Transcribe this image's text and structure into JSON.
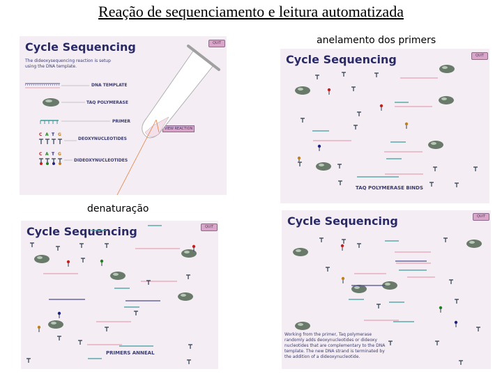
{
  "slide_title": "Reação de sequenciamento e leitura automatizada",
  "captions": {
    "annealing": "anelamento dos primers",
    "denaturation": "denaturação"
  },
  "app_title": "Cycle Sequencing",
  "quit_label": "QUIT",
  "panel1": {
    "intro": [
      "The dideoxysequencing reaction is setup",
      "using the DNA template."
    ],
    "labels": [
      "DNA TEMPLATE",
      "TAQ POLYMERASE",
      "PRIMER",
      "DEOXYNUCLEOTIDES",
      "DIDEOXYNUCLEOTIDES"
    ],
    "view_reaction": "VIEW REACTION",
    "bases": [
      "C",
      "A",
      "T",
      "G"
    ]
  },
  "panel2": {
    "status": "TAQ POLYMERASE BINDS"
  },
  "panel3": {
    "status": "PRIMERS ANNEAL"
  },
  "panel4": {
    "note": [
      "Working from the primer, Taq polymerase",
      "randomly adds deoxynucleotides or dideoxy",
      "nucleotides that are complementary to the DNA",
      "template. The new DNA strand is terminated by",
      "the addition of a dideoxynucleotide."
    ]
  },
  "colors": {
    "panel_bg": "#f4eef4",
    "title": "#2a2a66",
    "template": "#e8a0b0",
    "primer": "#3a9a9a",
    "nucleotide": "#2a3a4a"
  }
}
